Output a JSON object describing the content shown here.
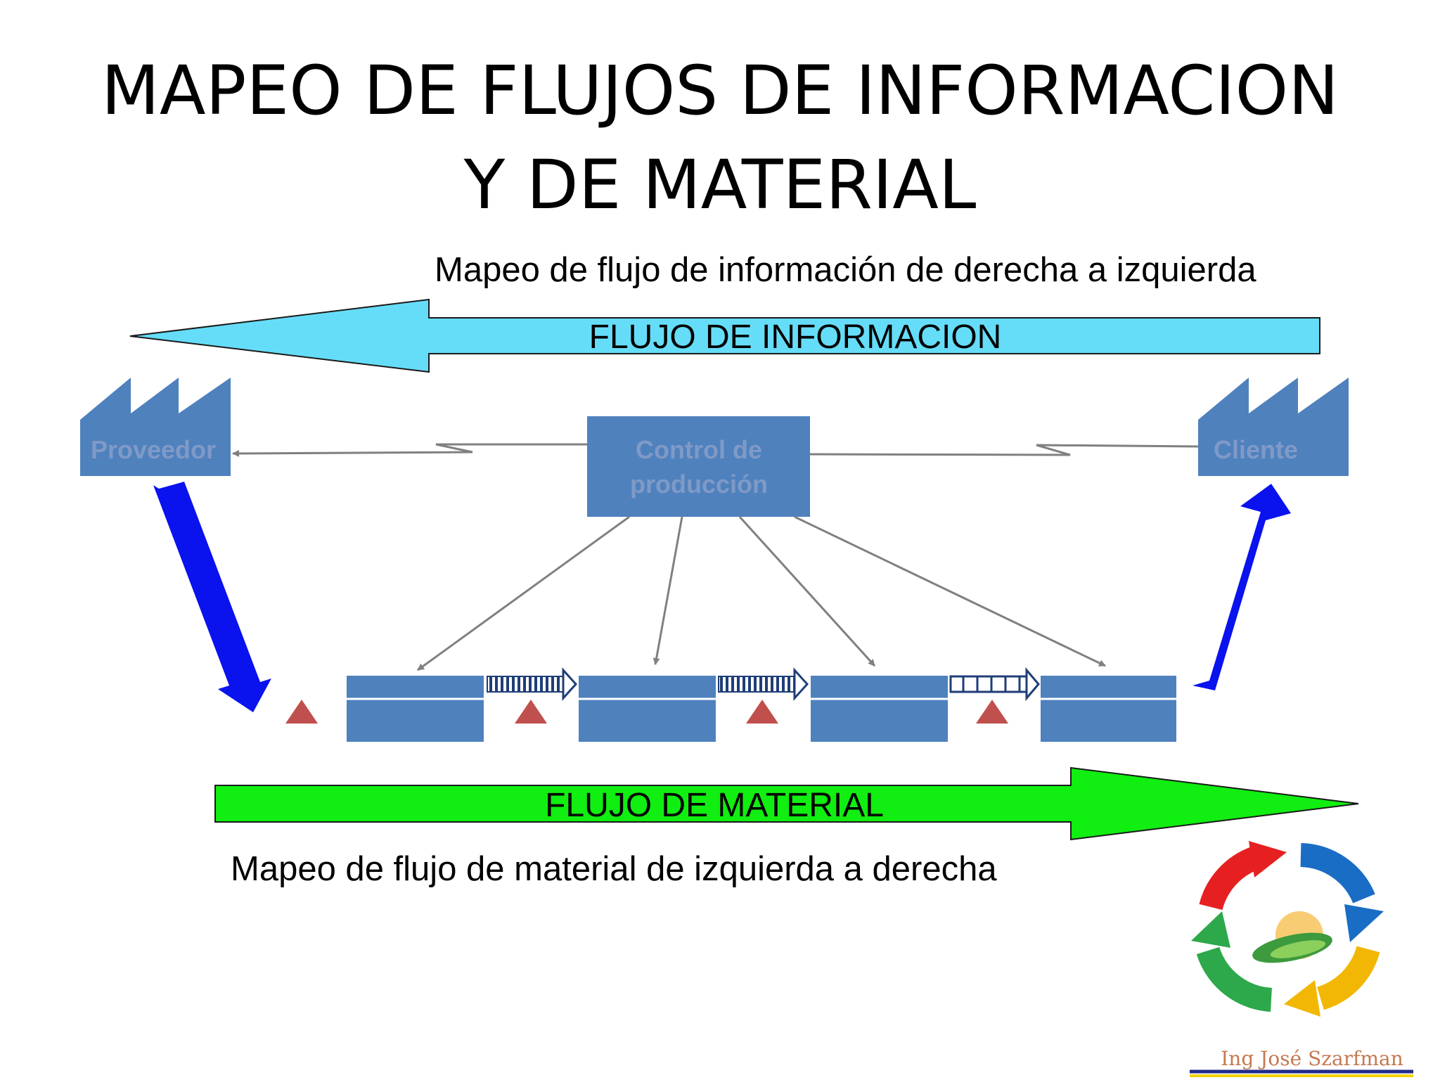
{
  "slide": {
    "title_line1": "MAPEO DE FLUJOS DE INFORMACION",
    "title_line2": "Y DE MATERIAL",
    "info_caption": "Mapeo de flujo de información de derecha a izquierda",
    "material_caption": "Mapeo de flujo de material de izquierda a derecha"
  },
  "diagram": {
    "info_arrow_label": "FLUJO DE INFORMACION",
    "material_arrow_label": "FLUJO DE MATERIAL",
    "supplier_label": "Proveedor",
    "customer_label": "Cliente",
    "control_label_line1": "Control de",
    "control_label_line2": "producción",
    "process_count": 4,
    "inventory_count": 4
  },
  "logo": {
    "signature": "Ing José Szarfman"
  },
  "colors": {
    "info_arrow": "#66ddf8",
    "material_arrow": "#11ee11",
    "box_fill": "#4f81bd",
    "box_text": "#7f9ac7",
    "shipment_arrow": "#0a12ee",
    "inventory_triangle": "#c0504d",
    "connector": "#808080",
    "push_arrow": "#1f3e78"
  }
}
